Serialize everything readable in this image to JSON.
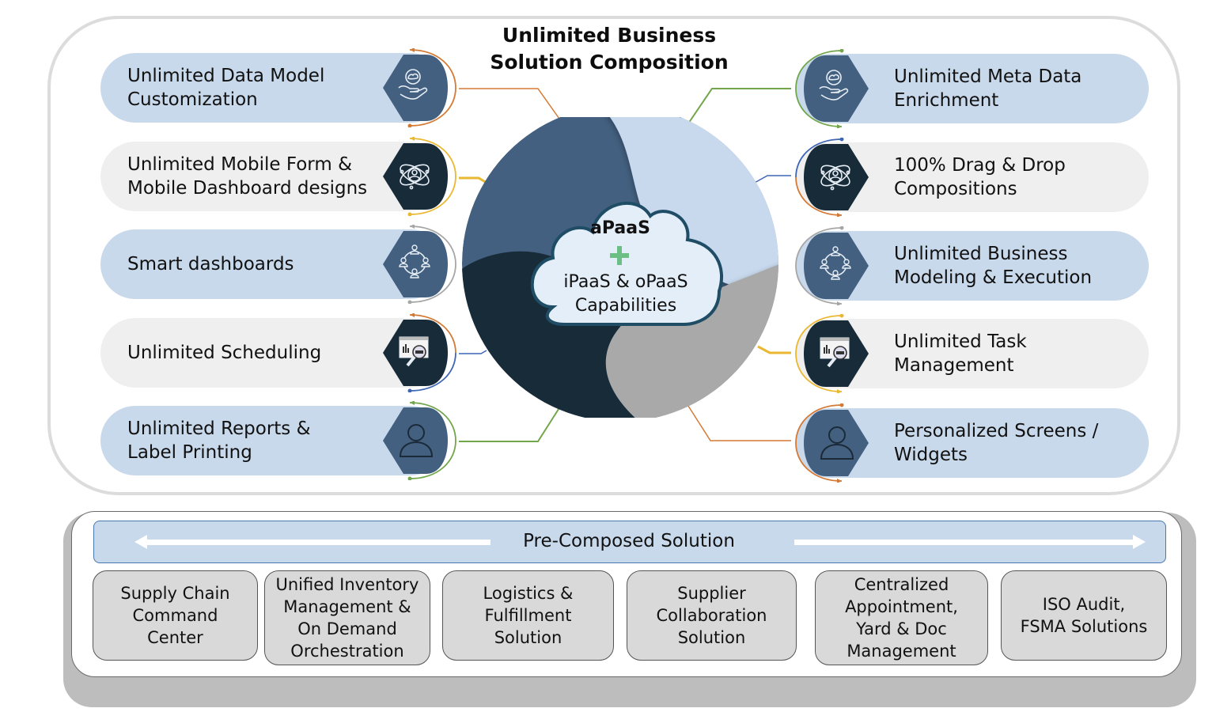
{
  "title": "Unlimited Business\nSolution Composition",
  "title_lines": [
    "Unlimited Business",
    "Solution Composition"
  ],
  "center": {
    "top_label": "aPaaS",
    "plus_icon": "plus-icon",
    "bottom_lines": [
      "iPaaS & oPaaS",
      "Capabilities"
    ],
    "segment_colors": [
      "#436080",
      "#c8d9ee",
      "#a9a9a9",
      "#182b38"
    ],
    "cloud_fill": "#e3eef8",
    "cloud_stroke": "#1f4d66",
    "plus_color": "#6cbf84"
  },
  "left_features": [
    {
      "label": "Unlimited Data Model\nCustomization",
      "icon": "hand-cloud-icon",
      "style": "blue",
      "arc_color": "#d47a35"
    },
    {
      "label": "Unlimited Mobile Form &\nMobile Dashboard designs",
      "icon": "atom-user-icon",
      "style": "gray",
      "arc_color": "#eab830"
    },
    {
      "label": "Smart dashboards",
      "icon": "team-network-icon",
      "style": "blue",
      "arc_color": "#a6a6a6"
    },
    {
      "label": "Unlimited Scheduling",
      "icon": "report-magnifier-icon",
      "style": "gray",
      "arc_color": "#d47a35",
      "arc_color2": "#3f66b5"
    },
    {
      "label": "Unlimited Reports &\nLabel Printing",
      "icon": "user-icon",
      "style": "blue",
      "arc_color": "#72a64b"
    }
  ],
  "right_features": [
    {
      "label": "Unlimited Meta Data\nEnrichment",
      "icon": "hand-cloud-icon",
      "style": "blue",
      "arc_color": "#72a64b"
    },
    {
      "label": "100% Drag & Drop\nCompositions",
      "icon": "atom-user-icon",
      "style": "gray",
      "arc_color": "#3f66b5",
      "arc_color2": "#d47a35"
    },
    {
      "label": "Unlimited Business\nModeling & Execution",
      "icon": "team-network-icon",
      "style": "blue",
      "arc_color": "#a6a6a6"
    },
    {
      "label": "Unlimited Task\nManagement",
      "icon": "report-magnifier-icon",
      "style": "gray",
      "arc_color": "#eab830"
    },
    {
      "label": "Personalized Screens /\nWidgets",
      "icon": "user-icon",
      "style": "blue",
      "arc_color": "#d47a35"
    }
  ],
  "pre_composed": {
    "label": "Pre-Composed Solution",
    "solutions": [
      "Supply Chain\nCommand\nCenter",
      "Unified Inventory\nManagement &\nOn Demand\nOrchestration",
      "Logistics &\nFulfillment\nSolution",
      "Supplier\nCollaboration\nSolution",
      "Centralized\nAppointment,\nYard & Doc\nManagement",
      "ISO Audit,\nFSMA Solutions"
    ]
  },
  "colors": {
    "pill_blue": "#c9d9ec",
    "pill_gray": "#efefef",
    "hex_blue": "#436080",
    "hex_dark": "#182b38",
    "box_gray": "#d9d9d9"
  }
}
